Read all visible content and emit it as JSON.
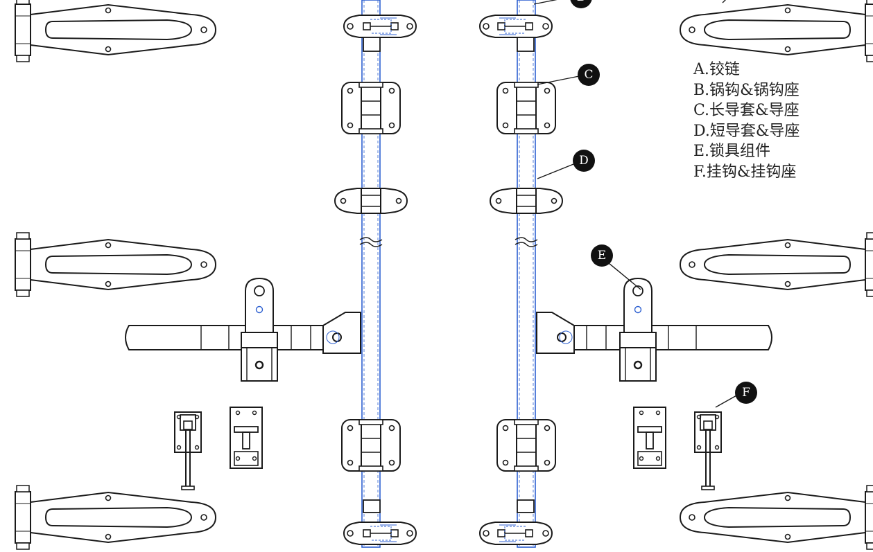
{
  "legend": {
    "items": [
      "A.铰链",
      "B.锅钩&锅钩座",
      "C.长导套&导座",
      "D.短导套&导座",
      "E.锁具组件",
      "F.挂钩&挂钩座"
    ]
  },
  "callouts": {
    "b": "B",
    "c": "C",
    "d": "D",
    "e": "E",
    "f": "F"
  },
  "colors": {
    "line": "#1a1a1a",
    "rod": "#2c5fd0",
    "callout_bg": "#111111",
    "callout_text": "#ffffff"
  }
}
